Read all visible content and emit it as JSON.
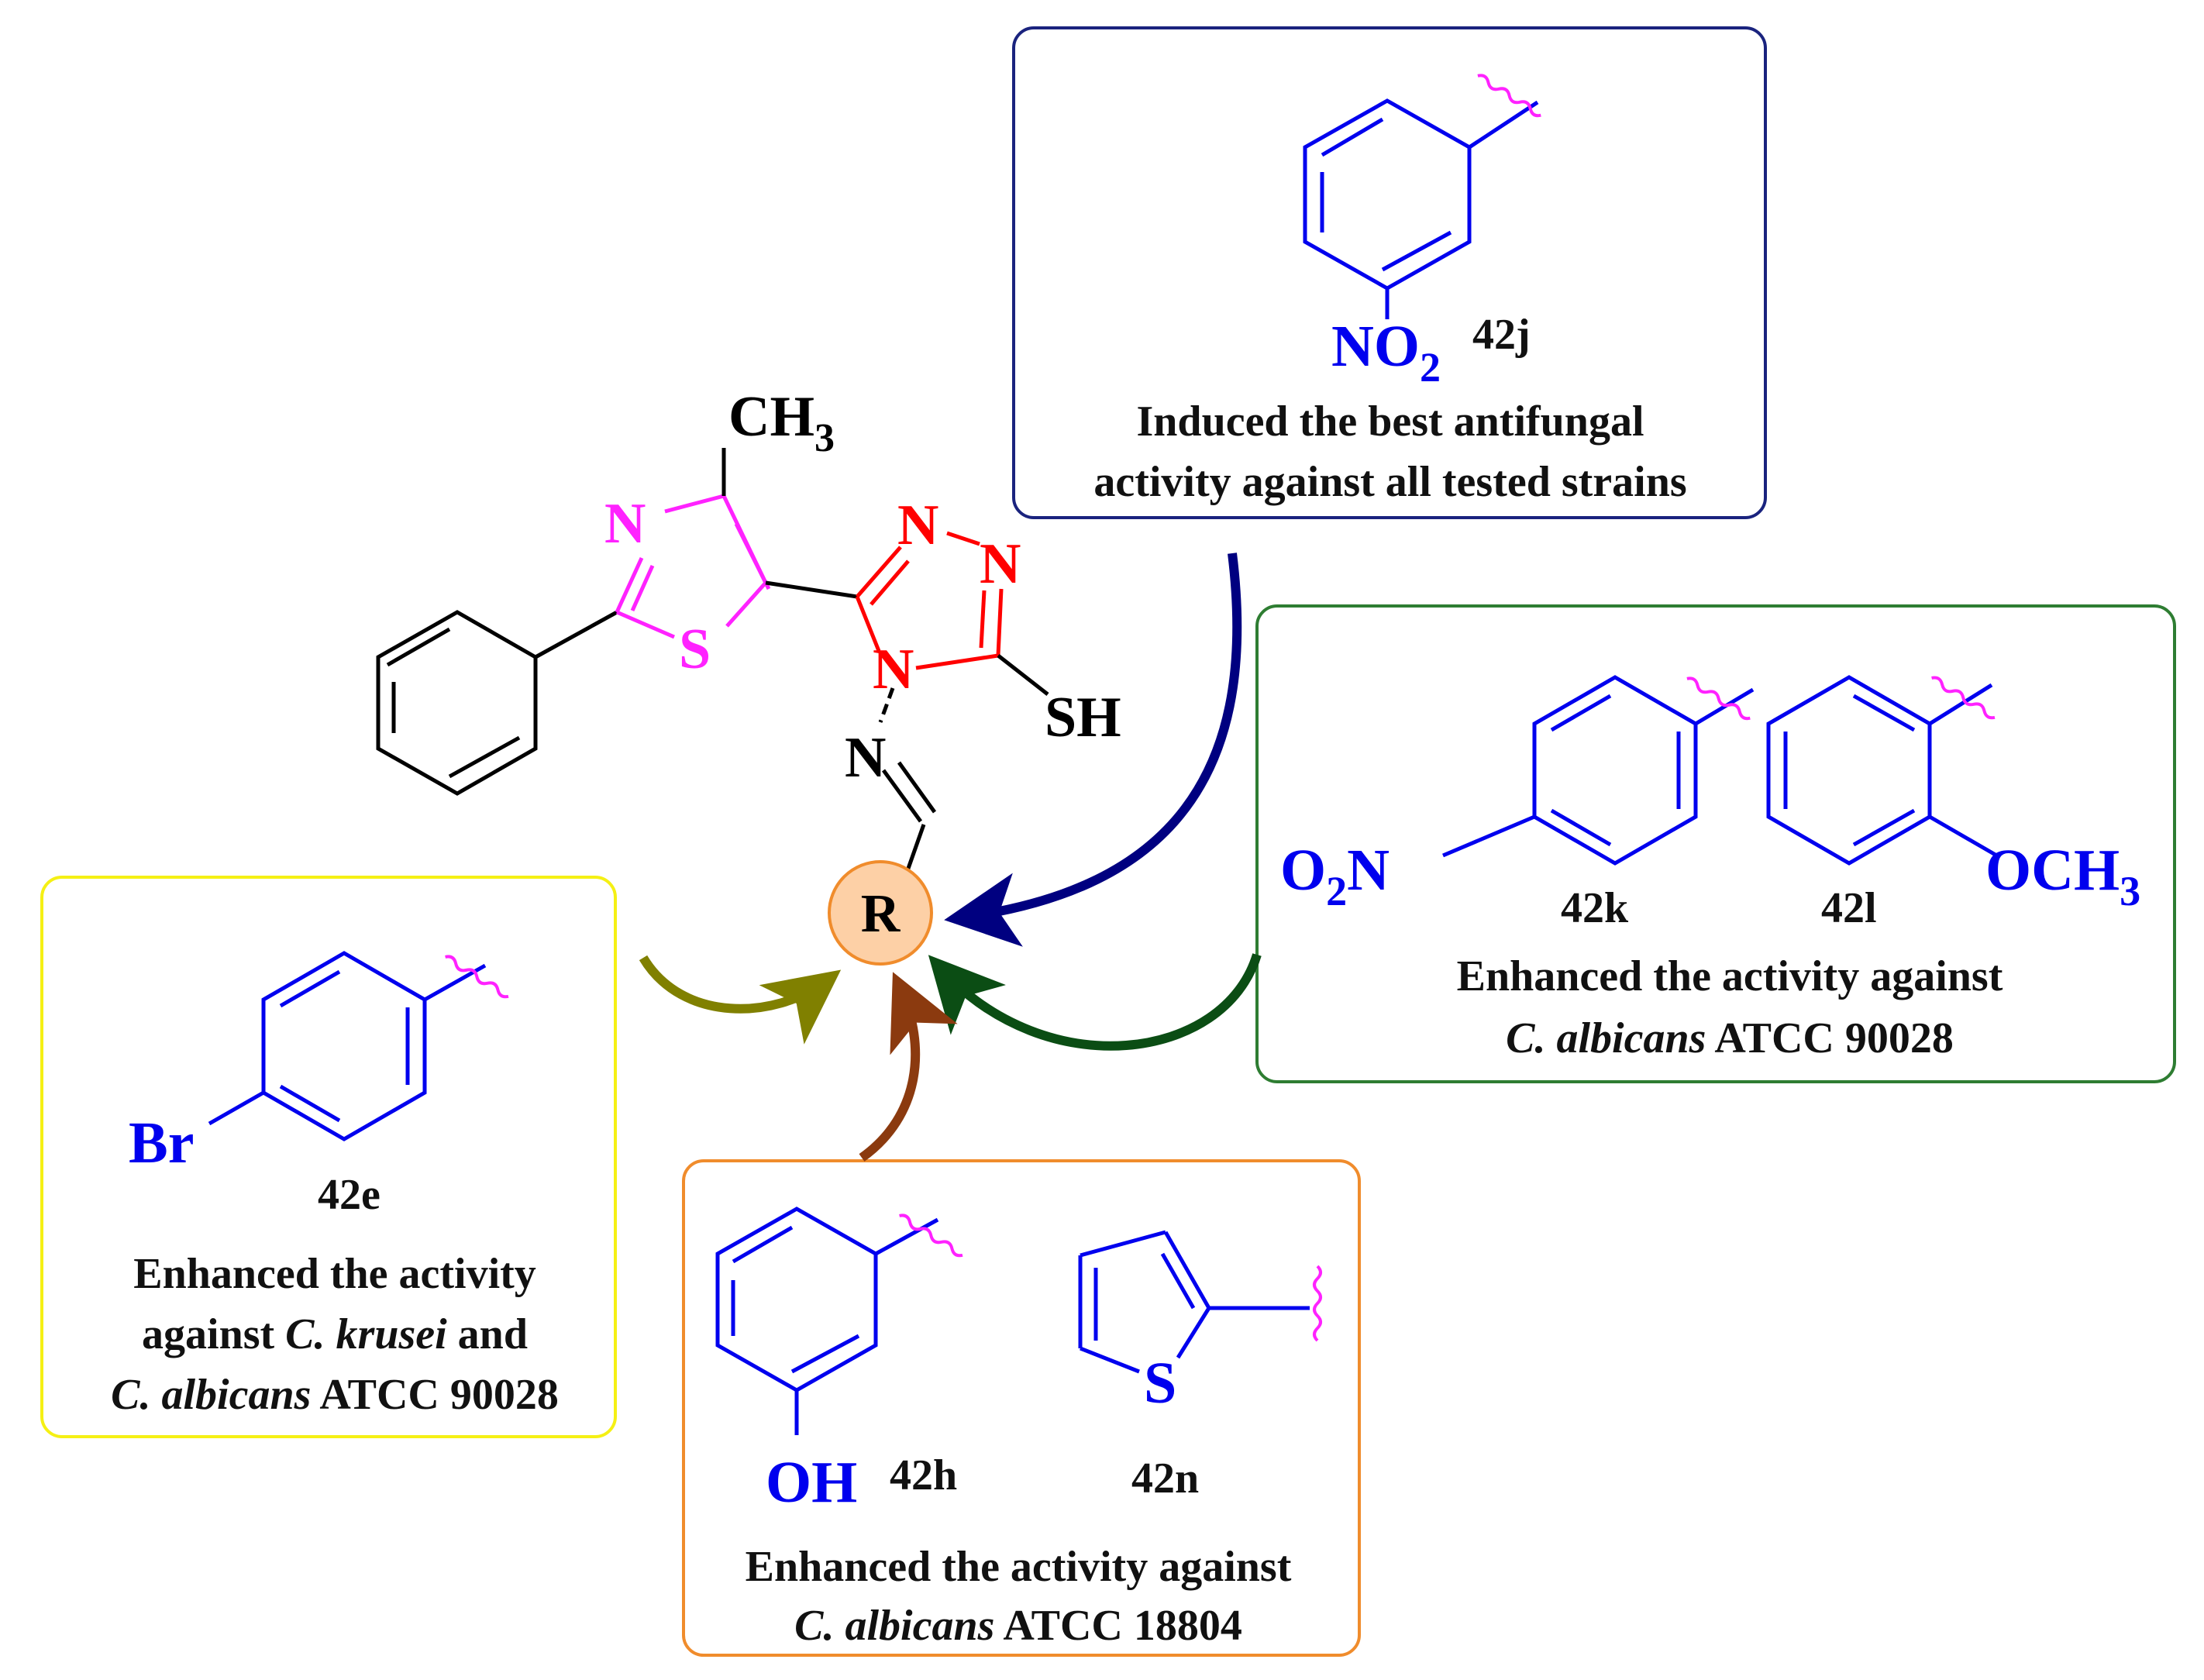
{
  "colors": {
    "bond": "#000000",
    "thiazole": "#ff22ff",
    "triazole": "#ff0000",
    "substituent": "#0000ee",
    "wavy": "#ff22ff",
    "r_fill": "#fdd0a6",
    "r_stroke": "#f08c2c",
    "box_42j": "#1a237e",
    "box_42k_42l": "#2e7d32",
    "box_42e": "#f5f014",
    "box_42h_42n": "#f08c2c",
    "arrow_42j": "#000080",
    "arrow_42k_42l": "#0b4d14",
    "arrow_42e": "#808000",
    "arrow_42h_42n": "#8b3a0f"
  },
  "core": {
    "methyl": "CH",
    "methyl_sub": "3",
    "thiazole_n": "N",
    "thiazole_s": "S",
    "triazole_n1": "N",
    "triazole_n2": "N",
    "triazole_n4": "N",
    "thiol": "SH",
    "imine_n": "N",
    "r_group": "R"
  },
  "box_42j": {
    "substituent": "NO",
    "substituent_sub": "2",
    "compound": "42j",
    "line1": "Induced the best antifungal",
    "line2": "activity against all tested strains"
  },
  "box_42k_42l": {
    "k_substituent_o": "O",
    "k_substituent_sub": "2",
    "k_substituent_n": "N",
    "compound_k": "42k",
    "l_substituent": "OCH",
    "l_substituent_sub": "3",
    "compound_l": "42l",
    "line1": "Enhanced the activity against",
    "line2_italic": "C. albicans",
    "line2_rest": " ATCC 90028"
  },
  "box_42e": {
    "substituent": "Br",
    "compound": "42e",
    "line1": "Enhanced the activity",
    "line2_a": "against ",
    "line2_italic": "C. krusei",
    "line2_b": " and",
    "line3_italic": "C. albicans",
    "line3_rest": " ATCC 90028"
  },
  "box_42h_42n": {
    "h_substituent": "OH",
    "compound_h": "42h",
    "n_heteroatom": "S",
    "compound_n": "42n",
    "line1": "Enhanced the activity against",
    "line2_italic": "C. albicans",
    "line2_rest": " ATCC 18804"
  }
}
